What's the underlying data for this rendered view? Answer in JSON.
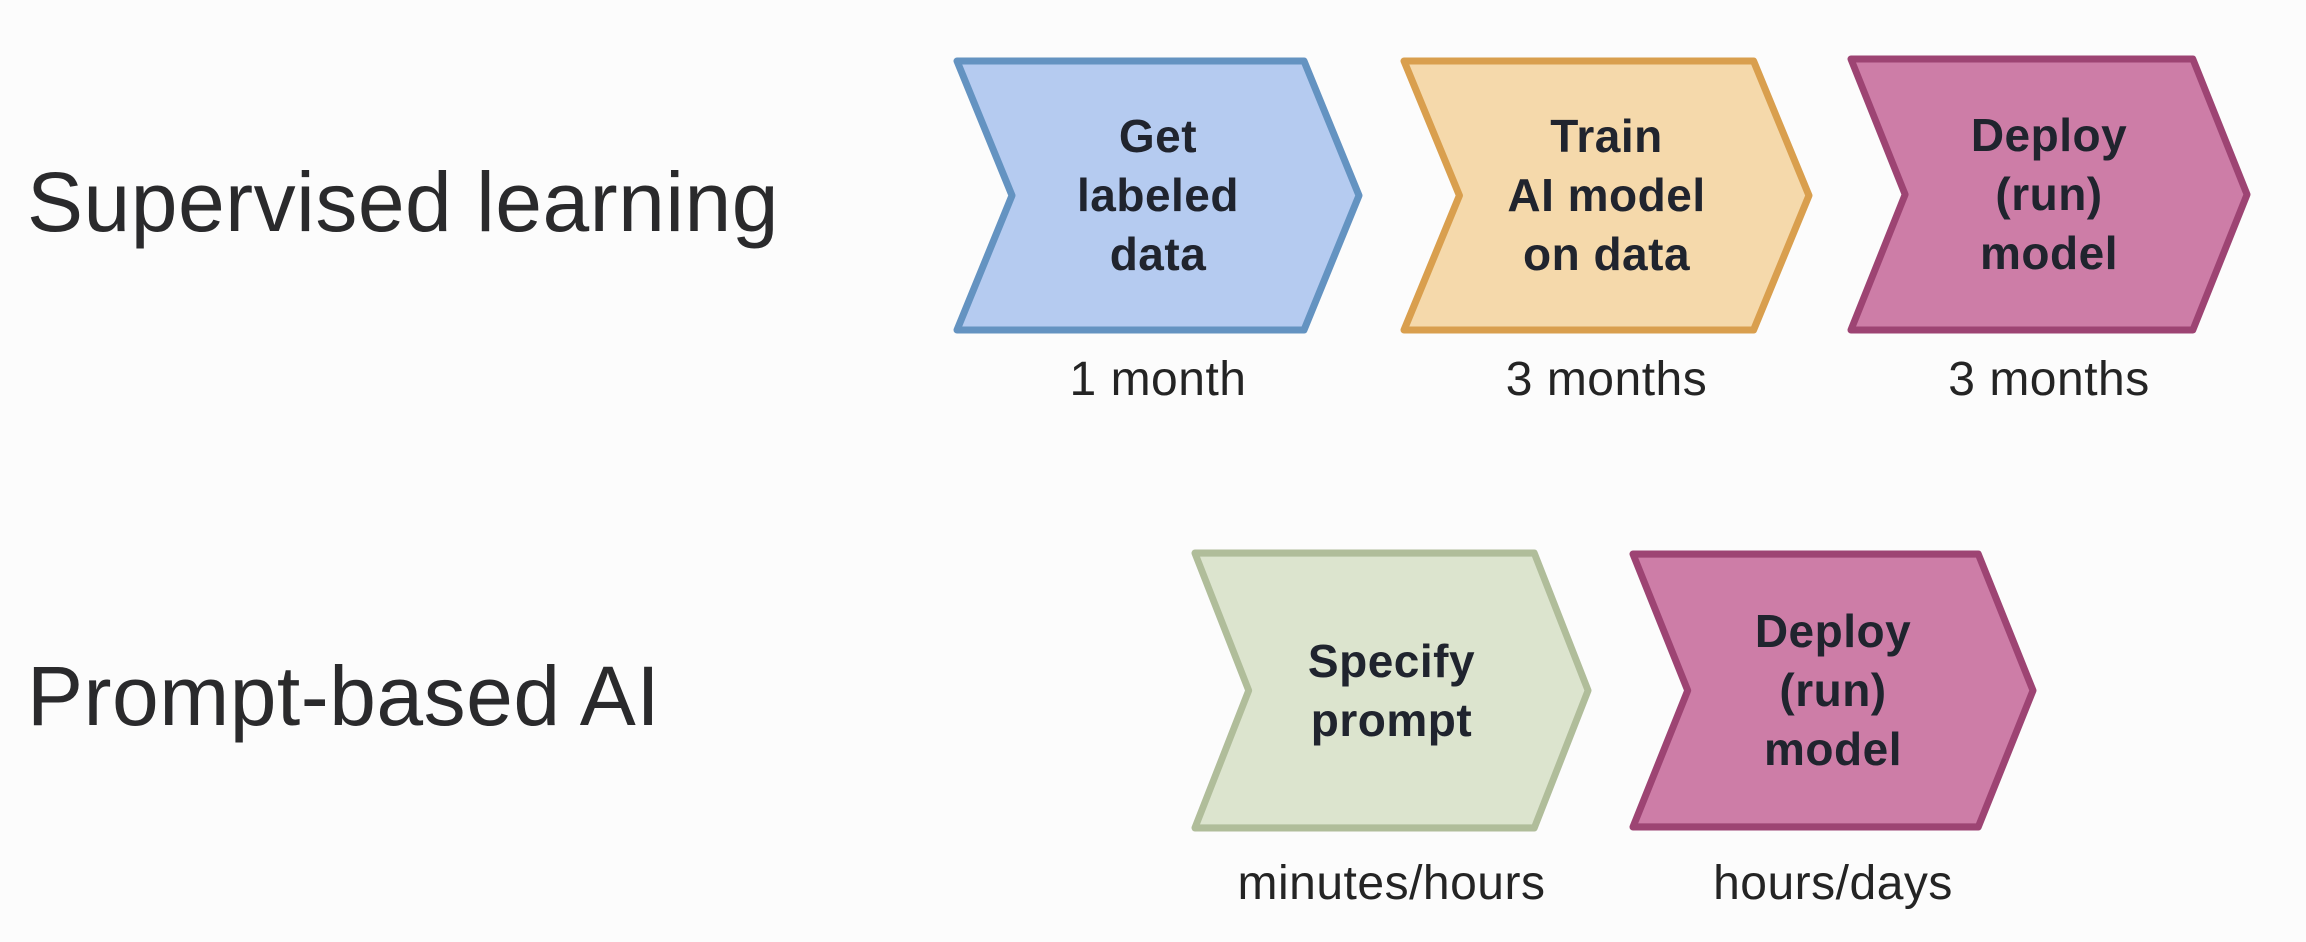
{
  "slide": {
    "background_color": "#fcfcfc",
    "text_color": "#2a2a2c"
  },
  "rows": [
    {
      "label": "Supervised learning",
      "steps": [
        {
          "name": "get-labeled-data",
          "lines": [
            "Get",
            "labeled",
            "data"
          ],
          "duration": "1 month",
          "fill": "#b5cbf0",
          "stroke": "#6493c1"
        },
        {
          "name": "train-ai-model-on-data",
          "lines": [
            "Train",
            "AI model",
            "on data"
          ],
          "duration": "3 months",
          "fill": "#f5d9ab",
          "stroke": "#d99f4e"
        },
        {
          "name": "deploy-run-model",
          "lines": [
            "Deploy",
            "(run)",
            "model"
          ],
          "duration": "3 months",
          "fill": "#cd7da7",
          "stroke": "#9d4473"
        }
      ]
    },
    {
      "label": "Prompt-based AI",
      "steps": [
        {
          "name": "specify-prompt",
          "lines": [
            "Specify",
            "prompt"
          ],
          "duration": "minutes/hours",
          "fill": "#dce4ce",
          "stroke": "#b0bd9a"
        },
        {
          "name": "deploy-run-model",
          "lines": [
            "Deploy",
            "(run)",
            "model"
          ],
          "duration": "hours/days",
          "fill": "#cd7da7",
          "stroke": "#9d4473"
        }
      ]
    }
  ]
}
